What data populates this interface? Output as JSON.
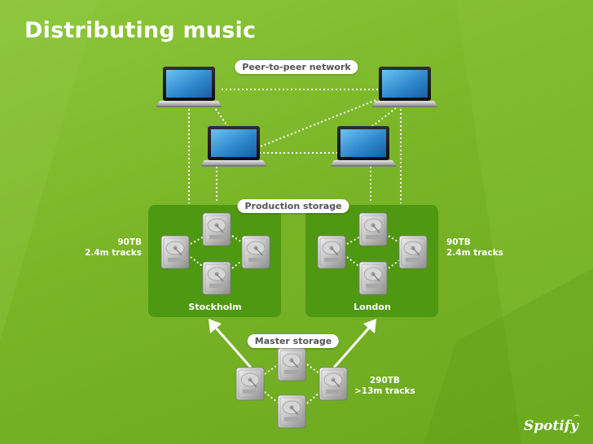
{
  "slide": {
    "title": "Distributing music",
    "logo": "Spotify"
  },
  "colors": {
    "background": "#7ab528",
    "region": "#4f9a12",
    "connector": "#ffffff"
  },
  "sections": {
    "p2p": {
      "label": "Peer-to-peer network"
    },
    "production": {
      "label": "Production storage",
      "regions": [
        {
          "name": "Stockholm",
          "size": "90TB",
          "tracks": "2.4m tracks"
        },
        {
          "name": "London",
          "size": "90TB",
          "tracks": "2.4m tracks"
        }
      ]
    },
    "master": {
      "label": "Master storage",
      "size": "290TB",
      "tracks": ">13m tracks"
    }
  },
  "icons": {
    "laptop": "laptop-icon",
    "drive": "hard-drive-icon",
    "arrow": "arrow-up-icon"
  }
}
